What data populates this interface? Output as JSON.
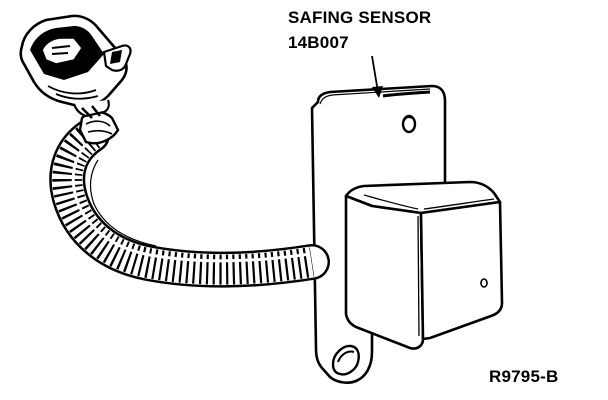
{
  "callout": {
    "name": "SAFING SENSOR",
    "part_number": "14B007"
  },
  "figure": {
    "id": "R9795-B"
  },
  "colors": {
    "ink": "#000000",
    "paper": "#ffffff"
  }
}
